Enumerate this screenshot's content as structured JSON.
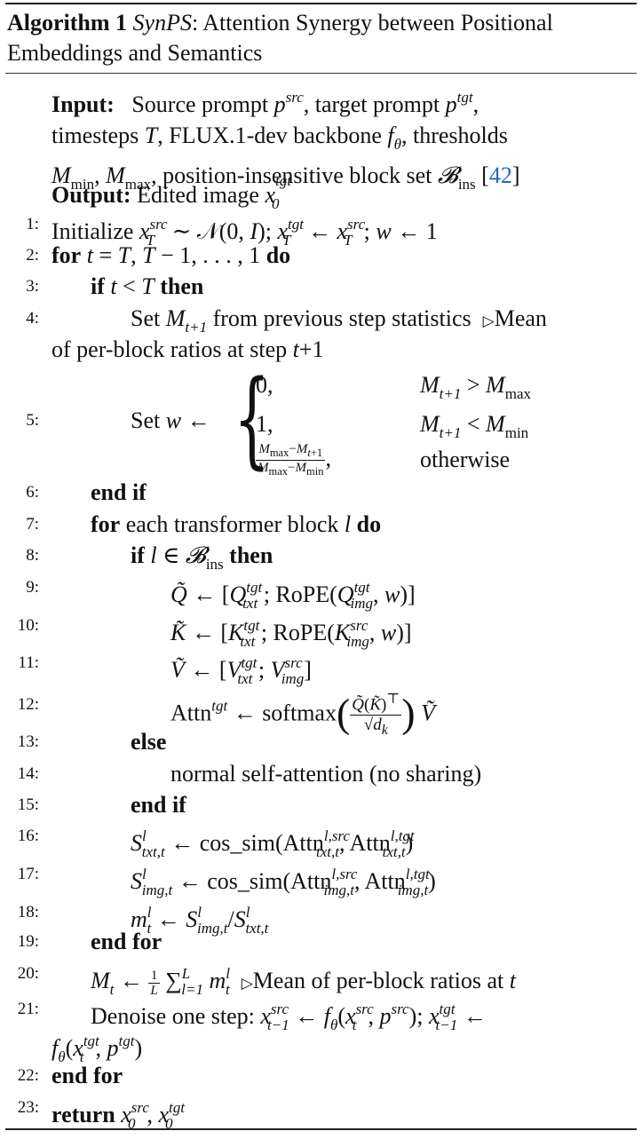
{
  "caption": {
    "label": "Algorithm 1",
    "name": "SynPS",
    "title_rest": ": Attention Synergy between Positional Embeddings and Semantics"
  },
  "io": {
    "input_label": "Input:",
    "input_text_1": "Source prompt",
    "input_text_2": ", target prompt",
    "input_text_3": "timesteps",
    "input_text_4": ", FLUX.1-dev backbone",
    "input_text_5": ", thresholds",
    "input_text_6": ", position-insensitive block set",
    "citation": "42",
    "output_label": "Output:",
    "output_text": "Edited image"
  },
  "lines": {
    "l1": {
      "num": "1:",
      "text": "Initialize"
    },
    "l2": {
      "num": "2:",
      "kw1": "for",
      "kw2": "do"
    },
    "l3": {
      "num": "3:",
      "kw1": "if",
      "kw2": "then"
    },
    "l4": {
      "num": "4:",
      "text": "Set",
      "text2": "from previous step statistics",
      "comment1": "Mean",
      "comment2": "of per-block ratios at step"
    },
    "l5": {
      "num": "5:",
      "text": "Set",
      "otherwise": "otherwise"
    },
    "l6": {
      "num": "6:",
      "kw": "end if"
    },
    "l7": {
      "num": "7:",
      "kw1": "for",
      "text": "each transformer block",
      "kw2": "do"
    },
    "l8": {
      "num": "8:",
      "kw1": "if",
      "kw2": "then"
    },
    "l9": {
      "num": "9:",
      "rope": "RoPE"
    },
    "l10": {
      "num": "10:",
      "rope": "RoPE"
    },
    "l11": {
      "num": "11:"
    },
    "l12": {
      "num": "12:",
      "attn": "Attn",
      "softmax": "softmax"
    },
    "l13": {
      "num": "13:",
      "kw": "else"
    },
    "l14": {
      "num": "14:",
      "text": "normal self-attention (no sharing)"
    },
    "l15": {
      "num": "15:",
      "kw": "end if"
    },
    "l16": {
      "num": "16:",
      "cos": "cos_sim",
      "attn": "Attn"
    },
    "l17": {
      "num": "17:",
      "cos": "cos_sim",
      "attn": "Attn"
    },
    "l18": {
      "num": "18:"
    },
    "l19": {
      "num": "19:",
      "kw": "end for"
    },
    "l20": {
      "num": "20:",
      "comment": "Mean of per-block ratios at"
    },
    "l21": {
      "num": "21:",
      "text": "Denoise one step:"
    },
    "l22": {
      "num": "22:",
      "kw": "end for"
    },
    "l23": {
      "num": "23:",
      "kw": "return"
    }
  },
  "icons": {
    "comment_marker": "triangle-right-icon"
  }
}
